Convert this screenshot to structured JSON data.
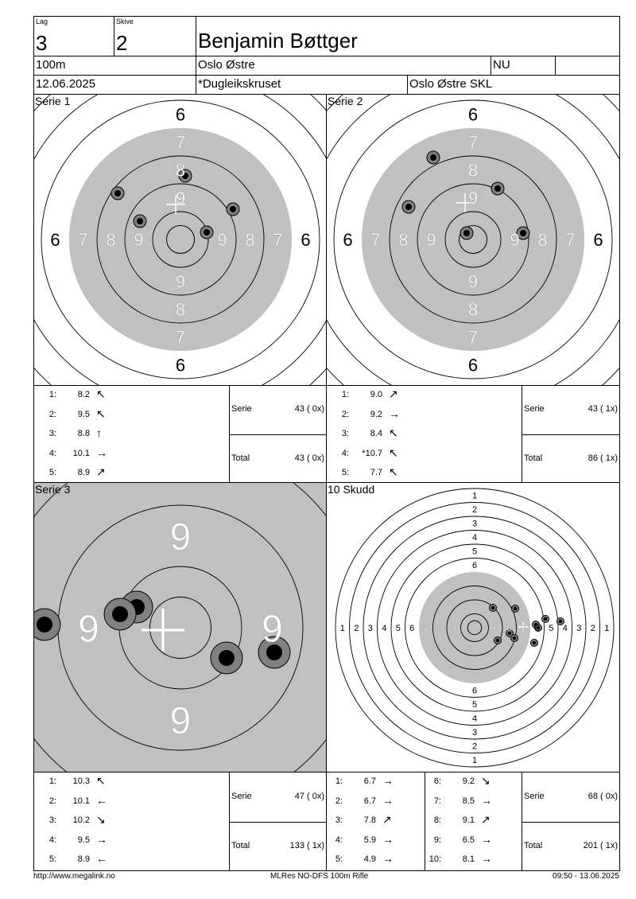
{
  "header": {
    "lag_label": "Lag",
    "lag": "3",
    "skive_label": "Skive",
    "skive": "2",
    "name": "Benjamin Bøttger",
    "distance": "100m",
    "club": "Oslo Østre",
    "class": "NU",
    "extra": "",
    "date": "12.06.2025",
    "competition": "*Dugleikskruset",
    "organizer": "Oslo Østre SKL"
  },
  "series": [
    {
      "title": "Serie 1",
      "shots": [
        {
          "n": "1:",
          "v": "8.2",
          "dir": "↖"
        },
        {
          "n": "2:",
          "v": "9.5",
          "dir": "↖"
        },
        {
          "n": "3:",
          "v": "8.8",
          "dir": "↑"
        },
        {
          "n": "4:",
          "v": "10.1",
          "dir": "→"
        },
        {
          "n": "5:",
          "v": "8.9",
          "dir": "↗"
        }
      ],
      "serie_label": "Serie",
      "serie": "43 ( 0x)",
      "total_label": "Total",
      "total": "43 ( 0x)"
    },
    {
      "title": "Serie 2",
      "shots": [
        {
          "n": "1:",
          "v": "9.0",
          "dir": "↗"
        },
        {
          "n": "2:",
          "v": "9.2",
          "dir": "→"
        },
        {
          "n": "3:",
          "v": "8.4",
          "dir": "↖"
        },
        {
          "n": "4:",
          "v": "*10.7",
          "dir": "↖"
        },
        {
          "n": "5:",
          "v": "7.7",
          "dir": "↖"
        }
      ],
      "serie_label": "Serie",
      "serie": "43 ( 1x)",
      "total_label": "Total",
      "total": "86 ( 1x)"
    },
    {
      "title": "Serie 3",
      "shots": [
        {
          "n": "1:",
          "v": "10.3",
          "dir": "↖"
        },
        {
          "n": "2:",
          "v": "10.1",
          "dir": "←"
        },
        {
          "n": "3:",
          "v": "10.2",
          "dir": "↘"
        },
        {
          "n": "4:",
          "v": "9.5",
          "dir": "→"
        },
        {
          "n": "5:",
          "v": "8.9",
          "dir": "←"
        }
      ],
      "serie_label": "Serie",
      "serie": "47 ( 0x)",
      "total_label": "Total",
      "total": "133 ( 1x)"
    },
    {
      "title": "10 Skudd",
      "shots": [
        {
          "n": "1:",
          "v": "6.7",
          "dir": "→"
        },
        {
          "n": "2:",
          "v": "6.7",
          "dir": "→"
        },
        {
          "n": "3:",
          "v": "7.8",
          "dir": "↗"
        },
        {
          "n": "4:",
          "v": "5.9",
          "dir": "→"
        },
        {
          "n": "5:",
          "v": "4.9",
          "dir": "→"
        },
        {
          "n": "6:",
          "v": "9.2",
          "dir": "↘"
        },
        {
          "n": "7:",
          "v": "8.5",
          "dir": "→"
        },
        {
          "n": "8:",
          "v": "9.1",
          "dir": "↗"
        },
        {
          "n": "9:",
          "v": "6.5",
          "dir": "→"
        },
        {
          "n": "10:",
          "v": "8.1",
          "dir": "→"
        }
      ],
      "serie_label": "Serie",
      "serie": "68 ( 0x)",
      "total_label": "Total",
      "total": "201 ( 1x)"
    }
  ],
  "footer": {
    "url": "http://www.megalink.no",
    "program": "MLRes NO-DFS 100m Rifle",
    "timestamp": "09:50 - 13.06.2025"
  },
  "colors": {
    "target_grey": "#c0c0c0",
    "shot_ring": "#808080"
  }
}
